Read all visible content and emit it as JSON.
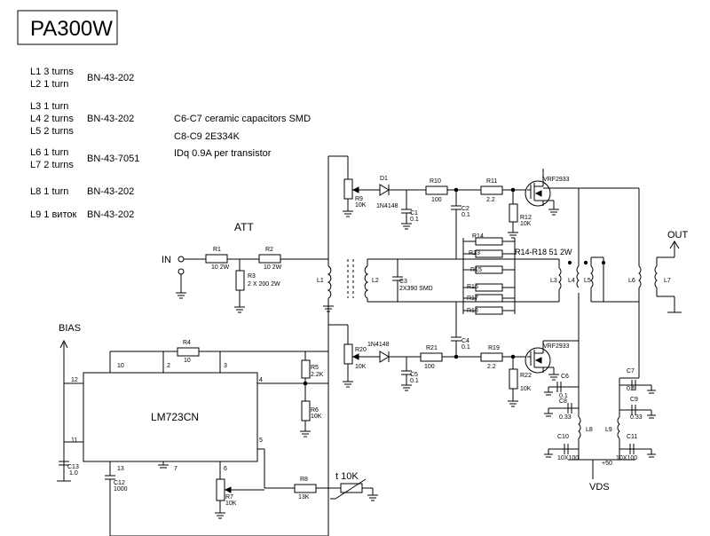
{
  "title": "PA300W",
  "notes": [
    {
      "line1": "L1  3 turns",
      "line2": "L2  1 turn",
      "core": "BN-43-202"
    },
    {
      "line1": "L3  1 turn",
      "line2": "L4  2 turns",
      "line3": "L5  2 turns",
      "core": "BN-43-202"
    },
    {
      "line1": "L6  1 turn",
      "line2": "L7  2 turns",
      "core": "BN-43-7051"
    },
    {
      "line1": "L8  1 turn",
      "core": "BN-43-202"
    },
    {
      "line1": "L9  1 виток",
      "core": "BN-43-202"
    }
  ],
  "specs": {
    "caps1": "C6-C7 ceramic capacitors SMD",
    "caps2": "C8-C9    2E334K",
    "idq": "IDq 0.9A per transistor"
  },
  "labels": {
    "att": "ATT",
    "in": "IN",
    "out": "OUT",
    "bias": "BIAS",
    "vds": "VDS",
    "plus50": "+50",
    "ic": "LM723CN",
    "r14_18": "R14-R18  51 2W",
    "thermistor": "t  10K"
  },
  "pins": {
    "p10": "10",
    "p2": "2",
    "p3": "3",
    "p4": "4",
    "p12": "12",
    "p11": "11",
    "p13": "13",
    "p7": "7",
    "p6": "6",
    "p5": "5"
  },
  "parts": {
    "r1": "R1",
    "r1v": "10 2W",
    "r2": "R2",
    "r2v": "10 2W",
    "r3": "R3",
    "r3v": "2 X 200 2W",
    "r4": "R4",
    "r4v": "10",
    "r5": "R5",
    "r5v": "2.2K",
    "r6": "R6",
    "r6v": "10K",
    "r7": "R7",
    "r7v": "10K",
    "r8": "R8",
    "r8v": "13K",
    "r9": "R9",
    "r9v": "10K",
    "r10": "R10",
    "r10v": "100",
    "r11": "R11",
    "r11v": "2.2",
    "r12": "R12",
    "r12v": "10K",
    "r13": "R13",
    "r14": "R14",
    "r15": "R15",
    "r16": "R16",
    "r17": "R17",
    "r18": "R18",
    "r19": "R19",
    "r19v": "2.2",
    "r20": "R20",
    "r20v": "10K",
    "r21": "R21",
    "r21v": "100",
    "r22": "R22",
    "r22v": "10K",
    "d1": "D1",
    "d1v": "1N4148",
    "d2v": "1N4148",
    "c1": "C1",
    "c1v": "0.1",
    "c2": "C2",
    "c2v": "0.1",
    "c3": "C3",
    "c3v": "2X390 SMD",
    "c4": "C4",
    "c4v": "0.1",
    "c5": "C5",
    "c5v": "0.1",
    "c6": "C6",
    "c6v": "0.1",
    "c7": "C7",
    "c7v": "0.1",
    "c8": "C8",
    "c8v": "0.33",
    "c9": "C9",
    "c9v": "0.33",
    "c10": "C10",
    "c10v": "10X100",
    "c11": "C11",
    "c11v": "10X100",
    "c12": "C12",
    "c12v": "1000",
    "c13": "C13",
    "c13v": "1.0",
    "q1": "VRF2933",
    "q2": "VRF2933",
    "l1": "L1",
    "l2": "L2",
    "l3": "L3",
    "l4": "L4",
    "l5": "L5",
    "l6": "L6",
    "l7": "L7",
    "l8": "L8",
    "l9": "L9"
  }
}
